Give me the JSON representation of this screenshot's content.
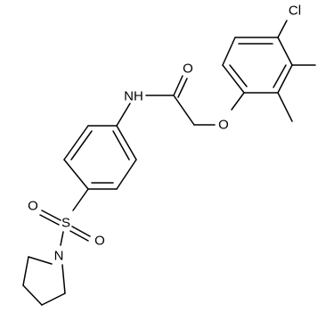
{
  "molecule": {
    "labels": {
      "chlorine": "Cl",
      "ether_oxygen": "O",
      "carbonyl_oxygen": "O",
      "amide_nh": "NH",
      "sulfur": "S",
      "sulfonyl_oxygen_1": "O",
      "sulfonyl_oxygen_2": "O",
      "pyrrolidine_nitrogen": "N"
    }
  }
}
